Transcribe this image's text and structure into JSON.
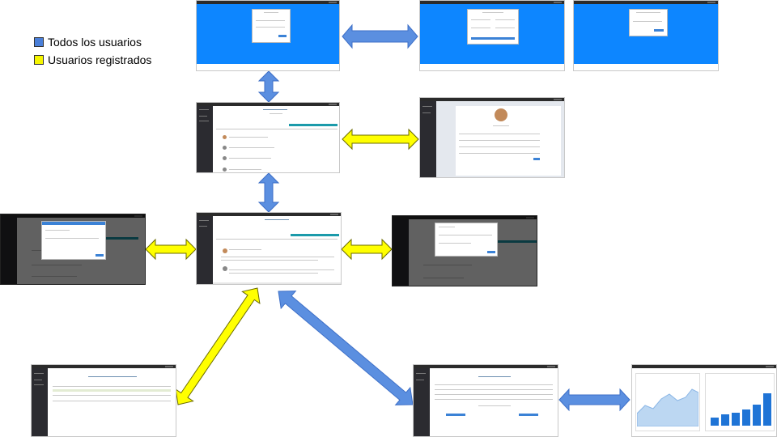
{
  "legend": {
    "items": [
      {
        "label": "Todos los usuarios",
        "color": "#4a7fd9"
      },
      {
        "label": "Usuarios registrados",
        "color": "#f5f500"
      }
    ]
  },
  "arrows": {
    "blue_fill": "#5b8fe0",
    "blue_stroke": "#3d6fc7",
    "yellow_fill": "#ffff00",
    "yellow_stroke": "#6b6b00"
  },
  "screens": [
    {
      "id": "login",
      "kind": "blue-modal"
    },
    {
      "id": "register",
      "kind": "blue-modal"
    },
    {
      "id": "password-recovery",
      "kind": "blue-modal"
    },
    {
      "id": "forum-home",
      "kind": "forum"
    },
    {
      "id": "profile",
      "kind": "profile"
    },
    {
      "id": "forum-modal-left",
      "kind": "forum-modal"
    },
    {
      "id": "forum-thread",
      "kind": "forum"
    },
    {
      "id": "forum-modal-right",
      "kind": "forum-modal"
    },
    {
      "id": "favorites",
      "kind": "table"
    },
    {
      "id": "crypto-list",
      "kind": "table"
    },
    {
      "id": "charts",
      "kind": "charts"
    }
  ]
}
